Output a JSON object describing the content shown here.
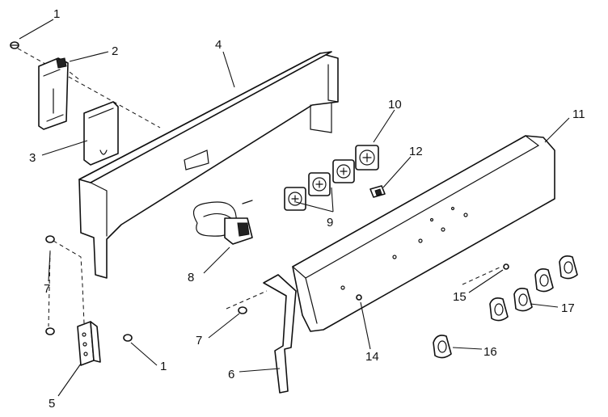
{
  "diagram": {
    "callouts": [
      {
        "id": "c1a",
        "label": "1"
      },
      {
        "id": "c2",
        "label": "2"
      },
      {
        "id": "c3",
        "label": "3"
      },
      {
        "id": "c4",
        "label": "4"
      },
      {
        "id": "c10",
        "label": "10"
      },
      {
        "id": "c11",
        "label": "11"
      },
      {
        "id": "c12",
        "label": "12"
      },
      {
        "id": "c9",
        "label": "9"
      },
      {
        "id": "c8",
        "label": "8"
      },
      {
        "id": "c7a",
        "label": "7"
      },
      {
        "id": "c7b",
        "label": "7"
      },
      {
        "id": "c15",
        "label": "15"
      },
      {
        "id": "c17",
        "label": "17"
      },
      {
        "id": "c14",
        "label": "14"
      },
      {
        "id": "c16",
        "label": "16"
      },
      {
        "id": "c1b",
        "label": "1"
      },
      {
        "id": "c6",
        "label": "6"
      },
      {
        "id": "c5",
        "label": "5"
      }
    ]
  }
}
